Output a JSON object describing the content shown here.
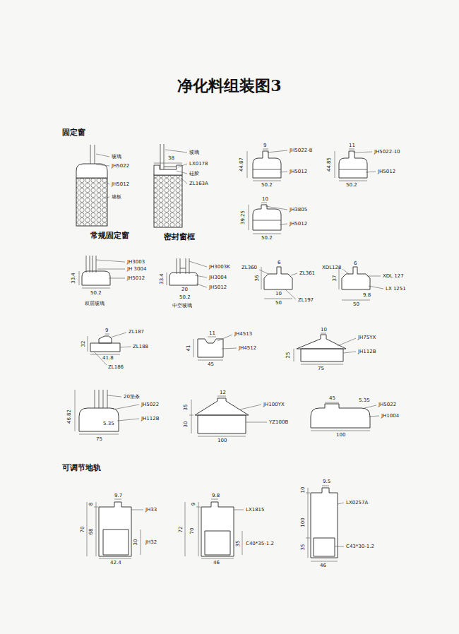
{
  "diagram": {
    "title": "净化料组装图3",
    "labels": [
      "固定窗",
      "玻璃",
      "JH5022",
      "JH5012",
      "墙板",
      "常规固定窗",
      "玻璃",
      "38",
      "LX0178",
      "硅胶",
      "ZL163A",
      "密封窗框",
      "9",
      "JH5022-8",
      "44.87",
      "JH5012",
      "50.2",
      "11",
      "JH5022-10",
      "44.85",
      "JH5012",
      "50.2",
      "10",
      "JH3805",
      "39.25",
      "JH5012",
      "50.2",
      "JH3003",
      "JH 3004",
      "33.4",
      "JH5012",
      "50.2",
      "双层玻璃",
      "JH3003K",
      "JH3004",
      "33.4",
      "20",
      "JH5012",
      "50.2",
      "中空玻璃",
      "ZL360",
      "6",
      "ZL361",
      "36",
      "10",
      "ZL197",
      "50",
      "XDL128",
      "6",
      "XDL 127",
      "37",
      "LX 1251",
      "9.8",
      "50",
      "9",
      "ZL187",
      "32",
      "ZL188",
      "41.8",
      "ZL186",
      "11",
      "JH4513",
      "41",
      "JH4512",
      "45",
      "10",
      "JH75YX",
      "JH112B",
      "25",
      "75",
      "20垫条",
      "JH5022",
      "46.82",
      "JH112B",
      "5.35",
      "75",
      "12",
      "JH100YX",
      "35",
      "YZ100B",
      "30",
      "100",
      "45",
      "5.35",
      "JH5022",
      "JH1004",
      "100",
      "可调节地轨",
      "9.7",
      "8",
      "JH33",
      "70",
      "68",
      "JH32",
      "30",
      "42.4",
      "9.8",
      "9",
      "LX1815",
      "72",
      "70",
      "35",
      "C40*35-1.2",
      "46",
      "9.5",
      "10",
      "LX0257A",
      "100",
      "35",
      "C43*30-1.2",
      "46"
    ]
  }
}
